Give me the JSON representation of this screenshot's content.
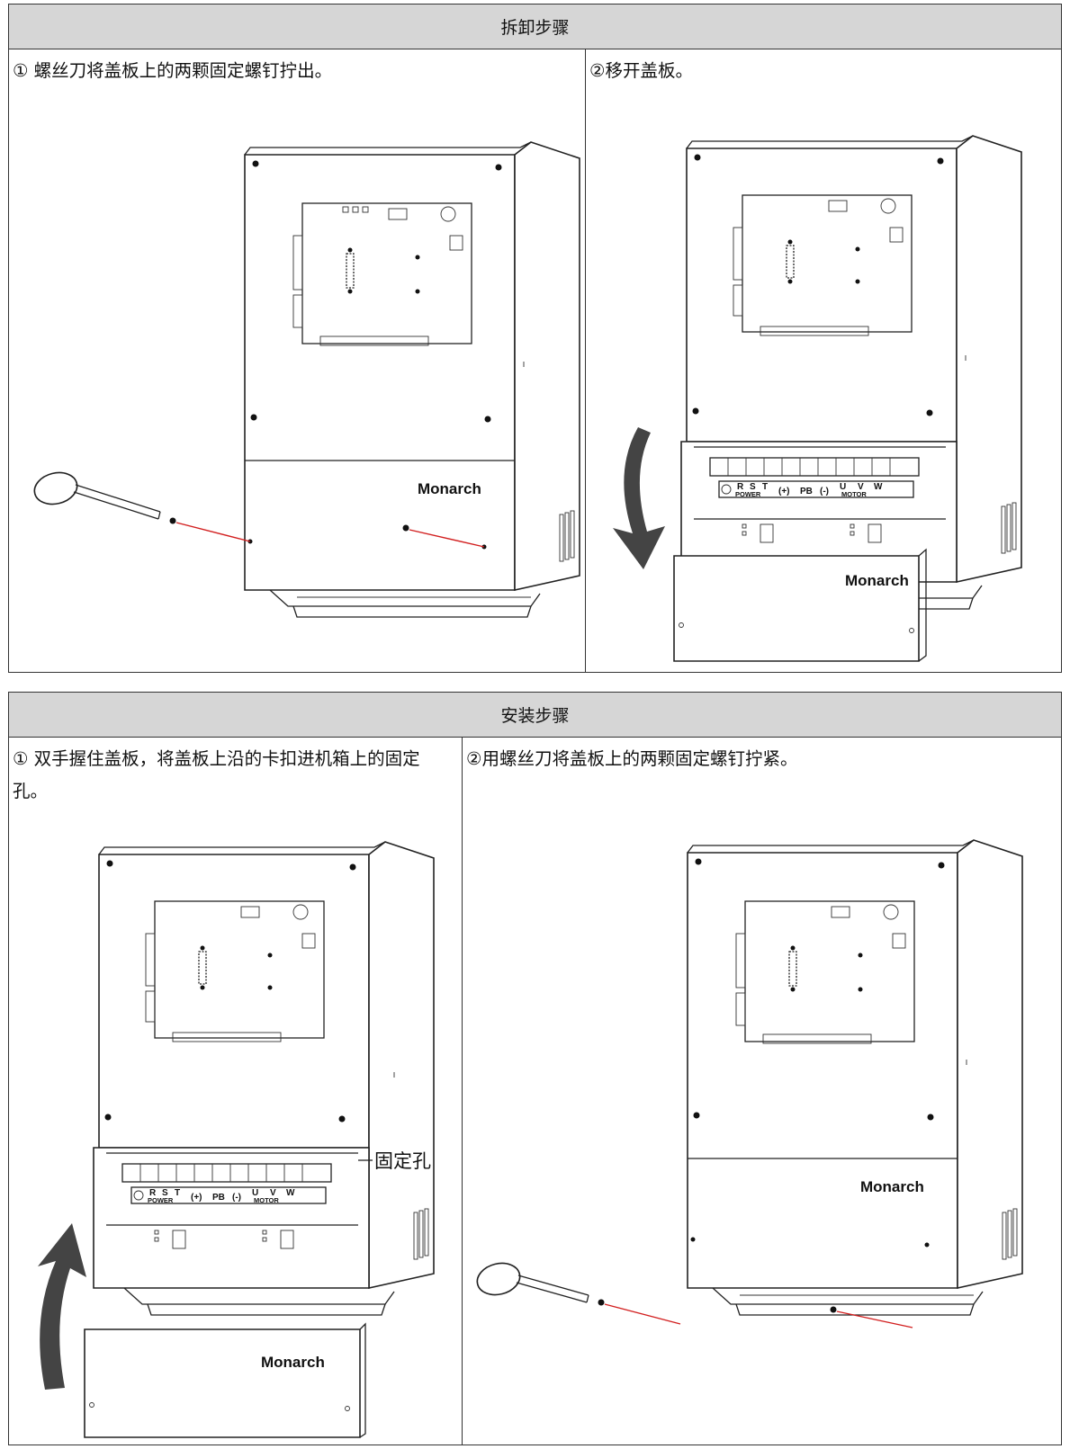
{
  "removal": {
    "title": "拆卸步骤",
    "step1": "① 螺丝刀将盖板上的两颗固定螺钉拧出。",
    "step2": "②移开盖板。"
  },
  "install": {
    "title": "安装步骤",
    "step1": "① 双手握住盖板，将盖板上沿的卡扣进机箱上的固定孔。",
    "step2": "②用螺丝刀将盖板上的两颗固定螺钉拧紧。",
    "callout": "固定孔"
  },
  "device": {
    "brand": "Monarch",
    "terminals": [
      "R",
      "S",
      "T",
      "(+)",
      "PB",
      "(-)",
      "U",
      "V",
      "W"
    ],
    "power_label": "POWER",
    "motor_label": "MOTOR"
  }
}
